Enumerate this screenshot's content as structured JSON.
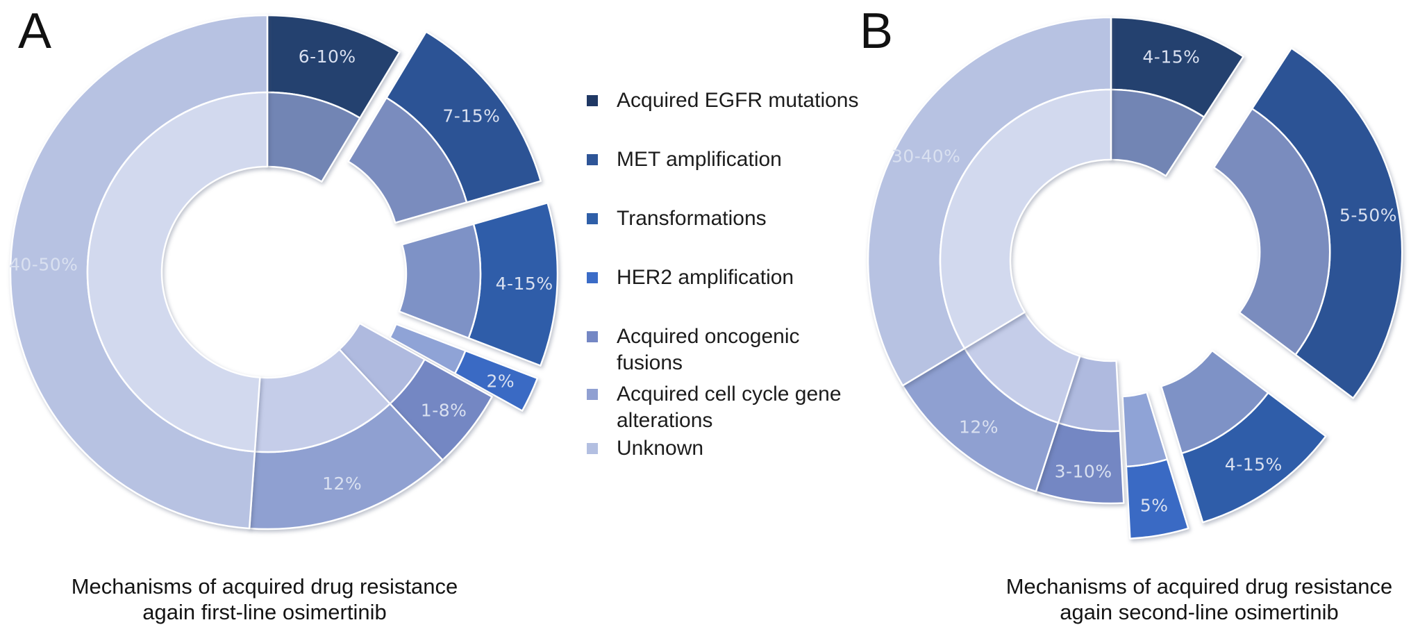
{
  "panels": [
    {
      "label": "A",
      "caption": [
        "Mechanisms of acquired drug resistance",
        "again first-line osimertinib"
      ]
    },
    {
      "label": "B",
      "caption": [
        "Mechanisms of acquired drug resistance",
        "again second-line osimertinib"
      ]
    }
  ],
  "legend": {
    "items": [
      {
        "label": "Acquired EGFR mutations",
        "color": "#1F3864",
        "gap": "gap-lg"
      },
      {
        "label": "MET amplification",
        "color": "#2E5597",
        "gap": "gap-lg"
      },
      {
        "label": "Transformations",
        "color": "#2F5FA8",
        "gap": "gap-lg"
      },
      {
        "label": "HER2 amplification",
        "color": "#3B6CC7",
        "gap": "gap-lg"
      },
      {
        "label": "Acquired oncogenic\nfusions",
        "color": "#7487C4",
        "gap": "gap-sm"
      },
      {
        "label": "Acquired cell cycle gene\nalterations",
        "color": "#90A0D2",
        "gap": "gap-xs"
      },
      {
        "label": "Unknown",
        "color": "#B3BFE1",
        "gap": ""
      }
    ]
  },
  "chart_data": [
    {
      "type": "pie",
      "variant": "exploded-double-ring-donut",
      "title": "Mechanisms of acquired drug resistance again first-line osimertinib",
      "start": "12 o'clock",
      "direction": "clockwise",
      "legend_position": "center between charts",
      "categories": [
        "Acquired EGFR mutations",
        "MET amplification",
        "Transformations",
        "HER2 amplification",
        "Acquired oncogenic fusions",
        "Acquired cell cycle gene alterations",
        "Unknown"
      ],
      "segments": [
        {
          "category": "Acquired EGFR mutations",
          "value_label": "6-10%",
          "value_pct_range": [
            6,
            10
          ],
          "angle_deg": 31,
          "exploded": false,
          "color": "#24416F",
          "inner_color": "#7285B4"
        },
        {
          "category": "MET amplification",
          "value_label": "7-15%",
          "value_pct_range": [
            7,
            15
          ],
          "angle_deg": 43,
          "exploded": true,
          "explode_scale": 1,
          "color": "#2C5395",
          "inner_color": "#7A8CBE"
        },
        {
          "category": "Transformations",
          "value_label": "4-15%",
          "value_pct_range": [
            4,
            15
          ],
          "angle_deg": 37,
          "exploded": true,
          "explode_scale": 1,
          "color": "#2F5DA9",
          "inner_color": "#7E92C6"
        },
        {
          "category": "HER2 amplification",
          "value_label": "2%",
          "value_pct_range": [
            2,
            2
          ],
          "angle_deg": 8,
          "exploded": true,
          "explode_scale": 1,
          "color": "#3A6AC4",
          "inner_color": "#8FA3D6"
        },
        {
          "category": "Acquired oncogenic fusions",
          "value_label": "1-8%",
          "value_pct_range": [
            1,
            8
          ],
          "angle_deg": 18,
          "exploded": false,
          "color": "#7487C3",
          "inner_color": "#AFBADF"
        },
        {
          "category": "Acquired cell cycle gene alterations",
          "value_label": "12%",
          "value_pct_range": [
            12,
            12
          ],
          "angle_deg": 47,
          "exploded": false,
          "color": "#8FA0D1",
          "inner_color": "#C5CDE9"
        },
        {
          "category": "Unknown",
          "value_label": "40-50%",
          "value_pct_range": [
            40,
            50
          ],
          "angle_deg": 176,
          "exploded": false,
          "color": "#B7C2E2",
          "inner_color": "#D2D9EE"
        }
      ]
    },
    {
      "type": "pie",
      "variant": "exploded-double-ring-donut",
      "title": "Mechanisms of acquired drug resistance again second-line osimertinib",
      "start": "12 o'clock",
      "direction": "clockwise",
      "legend_position": "center between charts",
      "categories": [
        "Acquired EGFR mutations",
        "MET amplification",
        "Transformations",
        "HER2 amplification",
        "Acquired oncogenic fusions",
        "Acquired cell cycle gene alterations",
        "Unknown"
      ],
      "segments": [
        {
          "category": "Acquired EGFR mutations",
          "value_label": "4-15%",
          "value_pct_range": [
            4,
            15
          ],
          "angle_deg": 33,
          "exploded": false,
          "color": "#24416F",
          "inner_color": "#7285B4"
        },
        {
          "category": "MET amplification",
          "value_label": "5-50%",
          "value_pct_range": [
            5,
            50
          ],
          "angle_deg": 94,
          "exploded": true,
          "explode_scale": 1.35,
          "color": "#2C5395",
          "inner_color": "#7A8CBE"
        },
        {
          "category": "Transformations",
          "value_label": "4-15%",
          "value_pct_range": [
            4,
            15
          ],
          "angle_deg": 36,
          "exploded": true,
          "explode_scale": 1,
          "color": "#2F5DA9",
          "inner_color": "#7E92C6"
        },
        {
          "category": "HER2 amplification",
          "value_label": "5%",
          "value_pct_range": [
            5,
            5
          ],
          "angle_deg": 14,
          "exploded": true,
          "explode_scale": 1,
          "color": "#3A6AC4",
          "inner_color": "#8FA3D6"
        },
        {
          "category": "Acquired oncogenic fusions",
          "value_label": "3-10%",
          "value_pct_range": [
            3,
            10
          ],
          "angle_deg": 21,
          "exploded": false,
          "color": "#7487C3",
          "inner_color": "#AFBADF"
        },
        {
          "category": "Acquired cell cycle gene alterations",
          "value_label": "12%",
          "value_pct_range": [
            12,
            12
          ],
          "angle_deg": 41,
          "exploded": false,
          "color": "#8FA0D1",
          "inner_color": "#C5CDE9"
        },
        {
          "category": "Unknown",
          "value_label": "30-40%",
          "value_pct_range": [
            30,
            40
          ],
          "angle_deg": 121,
          "exploded": false,
          "color": "#B7C2E2",
          "inner_color": "#D2D9EE"
        }
      ]
    }
  ]
}
